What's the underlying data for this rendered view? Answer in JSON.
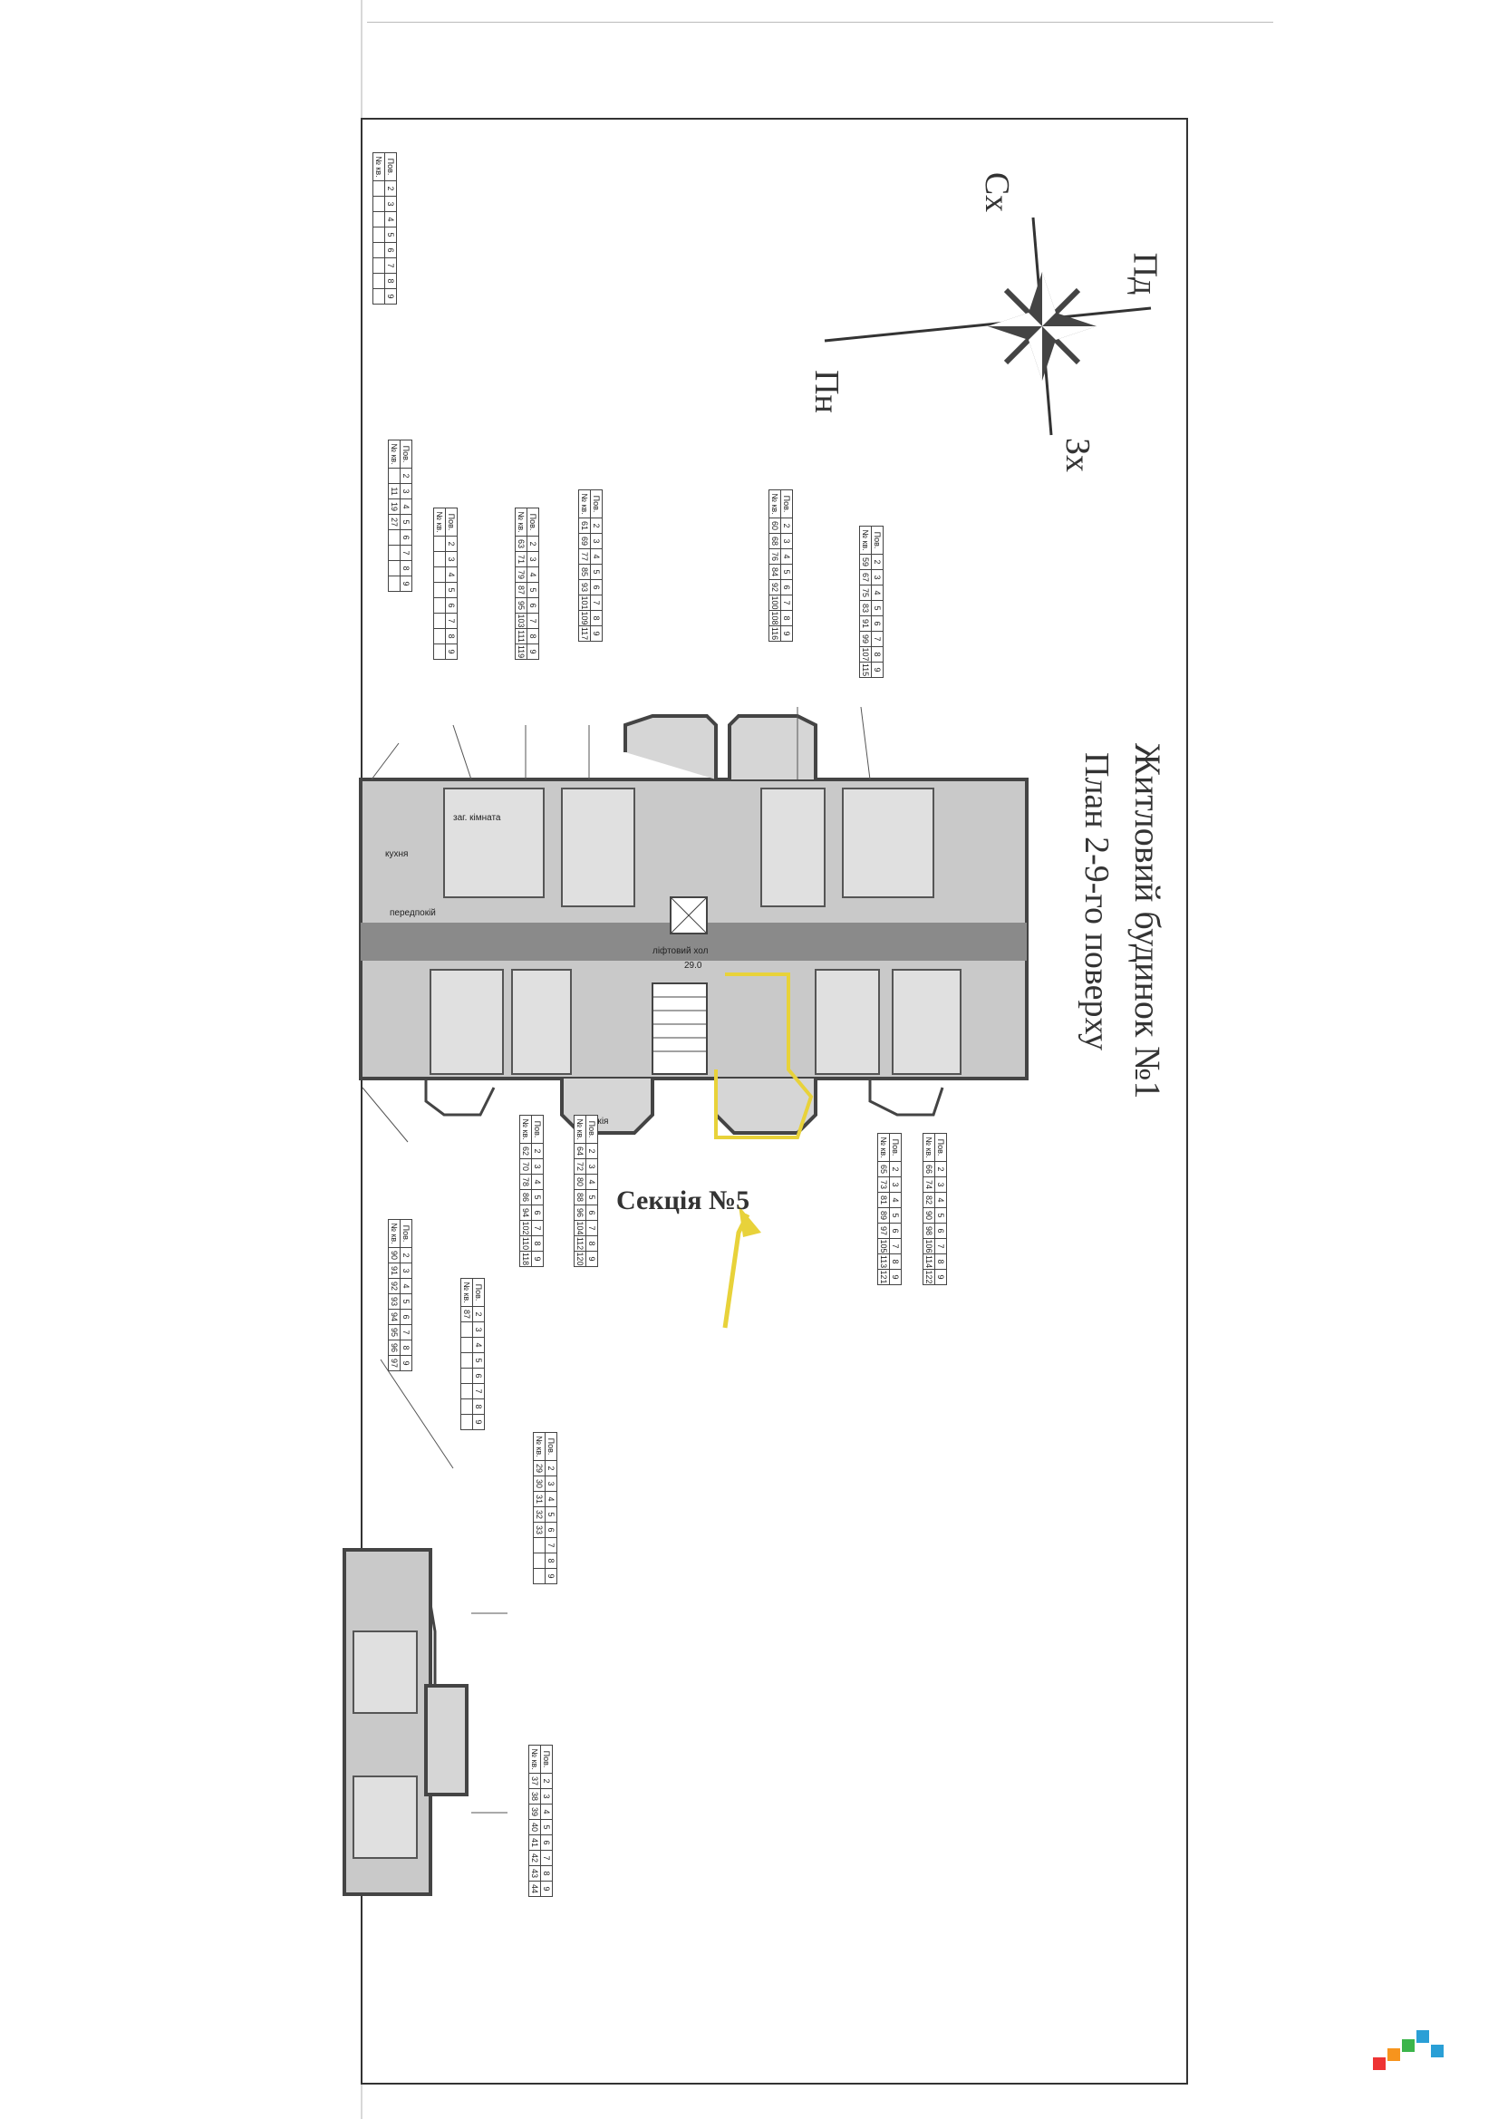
{
  "document": {
    "title_line1": "Житловий будинок №1",
    "title_line2": "План 2-9-го поверху",
    "section_label": "Секція №5"
  },
  "compass": {
    "north_west": "Сх",
    "north_east": "Пд",
    "south_west": "Пн",
    "south_east": "Зх"
  },
  "rooms": {
    "lift_hall": "ліфтовий хол",
    "lift_hall_area": "29.0",
    "living_room": "заг. кімната",
    "kitchen": "кухня",
    "corridor": "передпокій",
    "balcony": "лоджія"
  },
  "tables": {
    "floors_header": "Пов.",
    "apt_header": "№ кв.",
    "floors": [
      "2",
      "3",
      "4",
      "5",
      "6",
      "7",
      "8",
      "9"
    ],
    "items": [
      {
        "apts": [
          "",
          "",
          "",
          "",
          "",
          "",
          "",
          ""
        ]
      },
      {
        "apts": [
          "",
          "11",
          "19",
          "27",
          "",
          "",
          "",
          ""
        ]
      },
      {
        "apts": [
          "",
          "",
          "",
          "",
          "",
          "",
          "",
          ""
        ]
      },
      {
        "apts": [
          "63",
          "71",
          "79",
          "87",
          "95",
          "103",
          "111",
          "119"
        ]
      },
      {
        "apts": [
          "61",
          "69",
          "77",
          "85",
          "93",
          "101",
          "109",
          "117"
        ]
      },
      {
        "apts": [
          "60",
          "68",
          "76",
          "84",
          "92",
          "100",
          "108",
          "116"
        ]
      },
      {
        "apts": [
          "59",
          "67",
          "75",
          "83",
          "91",
          "99",
          "107",
          "115"
        ]
      },
      {
        "apts": [
          "62",
          "70",
          "78",
          "86",
          "94",
          "102",
          "110",
          "118"
        ]
      },
      {
        "apts": [
          "64",
          "72",
          "80",
          "88",
          "96",
          "104",
          "112",
          "120"
        ]
      },
      {
        "apts": [
          "65",
          "73",
          "81",
          "89",
          "97",
          "105",
          "113",
          "121"
        ]
      },
      {
        "apts": [
          "66",
          "74",
          "82",
          "90",
          "98",
          "106",
          "114",
          "122"
        ]
      },
      {
        "apts": [
          "90",
          "91",
          "92",
          "93",
          "94",
          "95",
          "96",
          "97"
        ]
      },
      {
        "apts": [
          "87",
          "",
          "",
          "",
          "",
          "",
          "",
          ""
        ]
      },
      {
        "apts": [
          "29",
          "30",
          "31",
          "32",
          "33",
          "",
          "",
          ""
        ]
      },
      {
        "apts": [
          "37",
          "38",
          "39",
          "40",
          "41",
          "42",
          "43",
          "44"
        ]
      }
    ]
  },
  "colors": {
    "wall": "#555555",
    "highlight": "#e8d23a"
  }
}
